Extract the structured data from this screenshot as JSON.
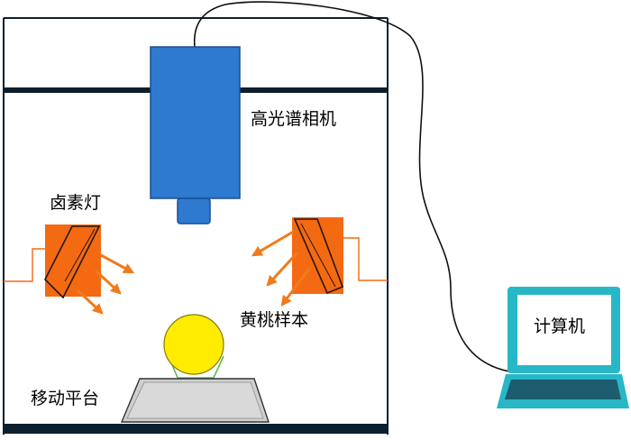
{
  "labels": {
    "camera": "高光谱相机",
    "lamp": "卤素灯",
    "sample": "黄桃样本",
    "stage": "移动平台",
    "computer": "计算机"
  },
  "colors": {
    "frame": "#0d1f2e",
    "camera": "#2e7ad1",
    "lamp": "#f36a12",
    "arrow": "#f07a1c",
    "sample": "#ffec00",
    "platform": "#cfcfcf",
    "laptop": "#27b7c6",
    "laptop_screen": "#ffffff",
    "laptop_keys": "#1d5b6e"
  },
  "icons": [
    "camera-icon",
    "halogen-lamp-icon",
    "peach-sample-icon",
    "moving-platform-icon",
    "laptop-icon",
    "cable-icon"
  ]
}
